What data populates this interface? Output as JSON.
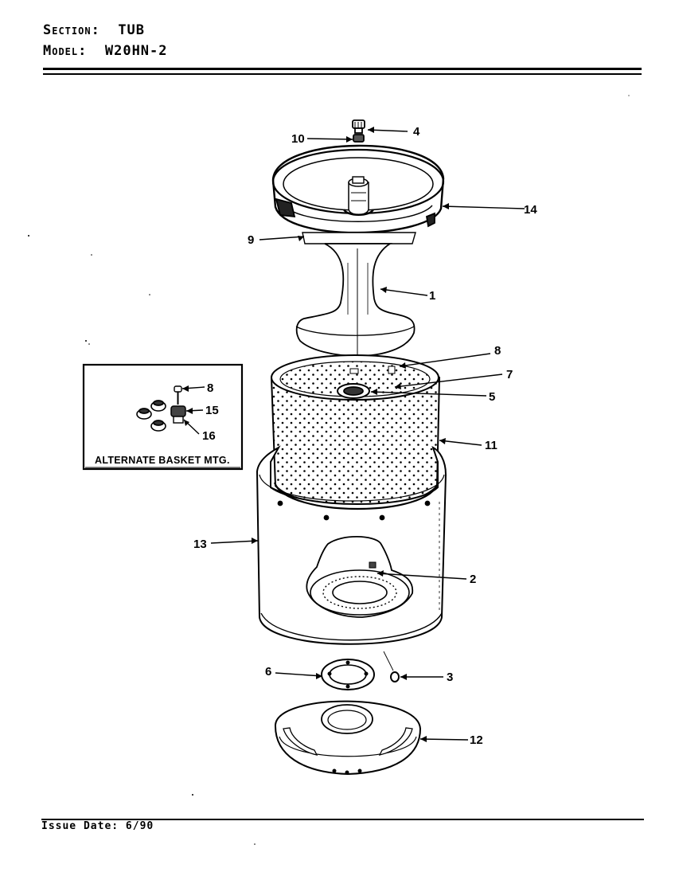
{
  "header": {
    "section_label": "Section:",
    "section_value": "TUB",
    "model_label": "Model:",
    "model_value": "W20HN-2"
  },
  "footer": {
    "issue_date": "Issue Date: 6/90"
  },
  "inset": {
    "caption": "ALTERNATE BASKET MTG."
  },
  "callouts": {
    "c1": "1",
    "c2": "2",
    "c3": "3",
    "c4": "4",
    "c5": "5",
    "c6": "6",
    "c7": "7",
    "c8": "8",
    "c9": "9",
    "c10": "10",
    "c11": "11",
    "c12": "12",
    "c13": "13",
    "c14": "14",
    "c8b": "8",
    "c15": "15",
    "c16": "16"
  }
}
